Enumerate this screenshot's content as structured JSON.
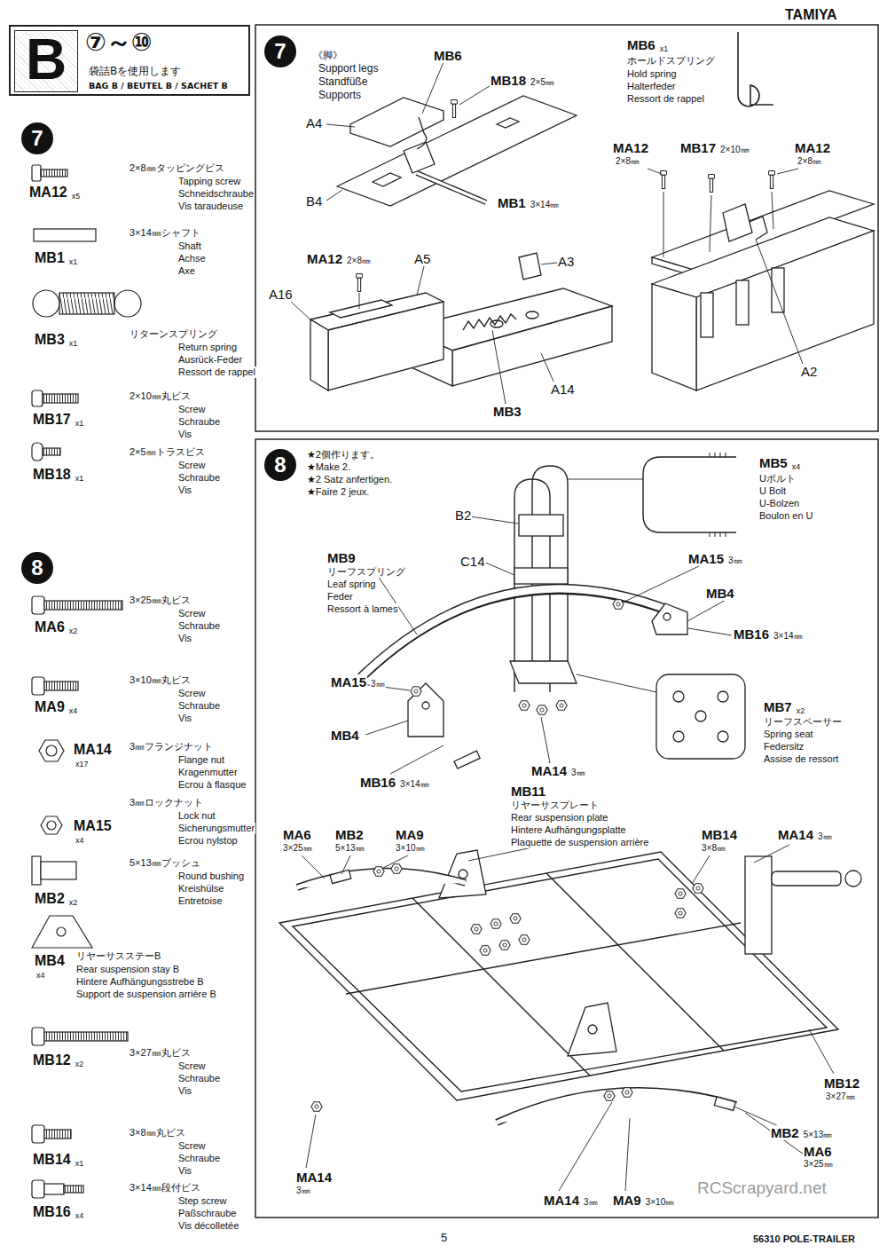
{
  "diagram": {
    "nodes": [
      {
        "text": [
          "⑦～⑩",
          "袋詰Bを使用します",
          "BAG B / BEUTEL B / SACHET B"
        ]
      },
      {
        "text": [
          "B"
        ],
        "in": 0
      },
      {
        "text": [
          "7"
        ]
      },
      {
        "text": [
          "8"
        ]
      },
      {
        "text": [
          "7"
        ]
      },
      {
        "text": [
          "8"
        ]
      }
    ],
    "labels": [
      "TAMIYA",
      "MA12",
      "x5",
      "2×8㎜タッピングビス",
      "Tapping screw",
      "Schneidschraube",
      "Vis taraudeuse",
      "MB1",
      "x1",
      "3×14㎜シャフト",
      "Shaft",
      "Achse",
      "Axe",
      "MB3",
      "x1",
      "リターンスプリング",
      "Return spring",
      "Ausrück-Feder",
      "Ressort de rappel",
      "MB17",
      "x1",
      "2×10㎜丸ビス",
      "Screw",
      "Schraube",
      "Vis",
      "MB18",
      "x1",
      "2×5㎜トラスビス",
      "Screw",
      "Schraube",
      "Vis",
      "MA6",
      "x2",
      "3×25㎜丸ビス",
      "Screw",
      "Schraube",
      "Vis",
      "MA9",
      "x4",
      "3×10㎜丸ビス",
      "Screw",
      "Schraube",
      "Vis",
      "MA14",
      "x17",
      "3㎜フランジナット",
      "Flange nut",
      "Kragenmutter",
      "Ecrou à flasque",
      "MA15",
      "x4",
      "3㎜ロックナット",
      "Lock nut",
      "Sicherungsmutter",
      "Ecrou nylstop",
      "MB2",
      "x2",
      "5×13㎜ブッシュ",
      "Round bushing",
      "Kreishülse",
      "Entretoise",
      "MB4",
      "x4",
      "リヤーサスステーB",
      "Rear suspension stay B",
      "Hintere Aufhängungsstrebe B",
      "Support de suspension arrière B",
      "MB12",
      "x2",
      "3×27㎜丸ビス",
      "Screw",
      "Schraube",
      "Vis",
      "MB14",
      "x1",
      "3×8㎜丸ビス",
      "Screw",
      "Schraube",
      "Vis",
      "MB16",
      "x4",
      "3×14㎜段付ビス",
      "Step screw",
      "Paßschraube",
      "Vis décolletée",
      "《脚》",
      "Support legs",
      "Standfüße",
      "Supports",
      "MB6",
      "MB18",
      "2×5㎜",
      "A4",
      "B4",
      "MB1",
      "3×14㎜",
      "MB6",
      "x1",
      "ホールドスプリング",
      "Hold spring",
      "Halterfeder",
      "Ressort de rappel",
      "MA12",
      "2×8㎜",
      "MB17",
      "2×10㎜",
      "MA12",
      "2×8㎜",
      "MA12",
      "2×8㎜",
      "A5",
      "A3",
      "A16",
      "A14",
      "MB3",
      "A2",
      "★2個作ります。",
      "★Make 2.",
      "★2 Satz anfertigen.",
      "★Faire 2 jeux.",
      "MB5",
      "x4",
      "Uボルト",
      "U Bolt",
      "U-Bolzen",
      "Boulon en U",
      "B2",
      "MB9",
      "リーフスプリング",
      "Leaf spring",
      "Feder",
      "Ressort à lames",
      "C14",
      "MA15",
      "3㎜",
      "MB4",
      "MB16",
      "3×14㎜",
      "MA15",
      "3㎜",
      "MB4",
      "MB7",
      "x2",
      "リーフスペーサー",
      "Spring seat",
      "Federsitz",
      "Assise de ressort",
      "MB16",
      "3×14㎜",
      "MA14",
      "3㎜",
      "MB11",
      "リヤーサスプレート",
      "Rear suspension plate",
      "Hintere Aufhängungsplatte",
      "Plaquette de suspension arrière",
      "MA6",
      "3×25㎜",
      "MB2",
      "5×13㎜",
      "MA9",
      "3×10㎜",
      "MB14",
      "3×8㎜",
      "MA14",
      "3㎜",
      "MB12",
      "3×27㎜",
      "MB2",
      "5×13㎜",
      "MA6",
      "3×25㎜",
      "MA14",
      "3㎜",
      "MA14",
      "3㎜",
      "MA9",
      "3×10㎜",
      "5",
      "56310 POLE-TRAILER",
      "RCScrapyard.net"
    ]
  }
}
